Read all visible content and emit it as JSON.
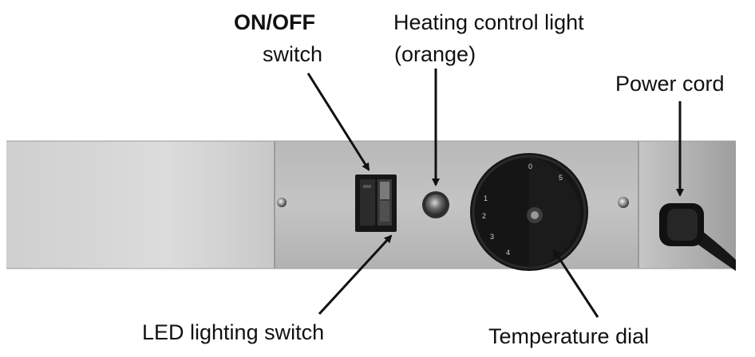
{
  "labels": {
    "on_off_bold": "ON/OFF",
    "on_off_rest": "switch",
    "heating_line1": "Heating control light",
    "heating_line2": "(orange)",
    "power_cord": "Power cord",
    "led_switch": "LED lighting switch",
    "temperature_dial": "Temperature dial"
  },
  "dial_markings": [
    "0",
    "1",
    "2",
    "3",
    "4",
    "5"
  ],
  "colors": {
    "panel_left": "#c9c9c9",
    "panel_right": "#bdbdbd",
    "dark": "#141414",
    "arrow": "#111111"
  }
}
